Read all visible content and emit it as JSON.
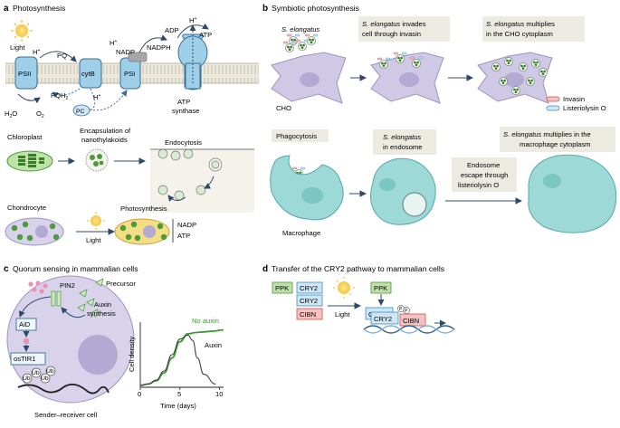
{
  "panel_a": {
    "letter": "a",
    "title": "Photosynthesis",
    "light": "Light",
    "hplus": "H",
    "plus": "+",
    "pq": "PQ",
    "pqh2": "PQH",
    "two": "2",
    "psii": "PSII",
    "cytb": "cytB",
    "psi": "PSI",
    "pc": "PC",
    "h2o": "H",
    "h2o_o": "O",
    "o2": "O",
    "nadp": "NADP",
    "nadph": "NADPH",
    "adp": "ADP",
    "atp": "ATP",
    "atp_synthase": [
      "ATP",
      "synthase"
    ],
    "chloroplast": "Chloroplast",
    "encapsulation": [
      "Encapsulation of",
      "nanothylakoids"
    ],
    "endocytosis": "Endocytosis",
    "chondrocyte": "Chondrocyte",
    "photosynthesis_label": "Photosynthesis",
    "nadp_atp": [
      "NADP",
      "ATP"
    ]
  },
  "panel_b": {
    "letter": "b",
    "title": "Symbiotic photosynthesis",
    "s_elongatus": "S. elongatus",
    "invades": [
      "S. elongatus invades",
      "cell through invasin"
    ],
    "multiplies_cho": [
      "S. elongatus multiplies",
      "in the CHO cytoplasm"
    ],
    "cho": "CHO",
    "legend_invasin": "Invasin",
    "legend_listeriolysin": "Listeriolysin O",
    "phagocytosis": "Phagocytosis",
    "in_endosome": [
      "S. elongatus",
      "in endosome"
    ],
    "endosome_escape": [
      "Endosome",
      "escape through",
      "listeriolysin O"
    ],
    "multiplies_macrophage": [
      "S. elongatus multiplies in the",
      "macrophage cytoplasm"
    ],
    "macrophage": "Macrophage"
  },
  "panel_c": {
    "letter": "c",
    "title": "Quorum sensing in mammalian cells",
    "pin2": "PIN2",
    "precursor": "Precursor",
    "auxin_synthesis": [
      "Auxin",
      "synthesis"
    ],
    "aid": "AiD",
    "ostir1": "osTIR1",
    "ub": "Ub",
    "cell_label": "Sender–receiver cell",
    "chart_title_no_auxin": "No auxin",
    "chart_title_auxin": "Auxin"
  },
  "chart_data": {
    "type": "line",
    "xlabel": "Time (days)",
    "ylabel": "Cell density",
    "xlim": [
      0,
      10.5
    ],
    "ylim": [
      0,
      1
    ],
    "xticks": [
      "0",
      "5",
      "10"
    ],
    "series": [
      {
        "name": "No auxin",
        "color": "#3b9a2f",
        "x": [
          0,
          1,
          2,
          3,
          4,
          5,
          6,
          7,
          8,
          9,
          10.5
        ],
        "y": [
          0.03,
          0.05,
          0.1,
          0.22,
          0.45,
          0.7,
          0.82,
          0.84,
          0.85,
          0.86,
          0.88
        ]
      },
      {
        "name": "Auxin",
        "color": "#444444",
        "x": [
          0,
          1,
          2,
          3,
          4,
          5,
          6,
          6.6,
          7.2,
          8,
          9.5
        ],
        "y": [
          0.03,
          0.05,
          0.11,
          0.25,
          0.5,
          0.74,
          0.8,
          0.72,
          0.45,
          0.2,
          0.05
        ]
      }
    ]
  },
  "panel_d": {
    "letter": "d",
    "title": "Transfer of the CRY2 pathway to mammalian cells",
    "ppk": "PPK",
    "cry2": "CRY2",
    "cibn": "CIBN",
    "light": "Light",
    "p": "P"
  },
  "colors": {
    "membrane": "#c4c2b4",
    "protein": "#9ecfe8",
    "protein_stroke": "#3a6f95",
    "chloro_green": "#4c9a39",
    "cell_purple": "#cfc9e6",
    "macrophage": "#9dd9d6",
    "box_beige": "#ecebe2",
    "arrow": "#2e4a6b",
    "ppk_green": "#bfe0a8",
    "cry2_blue": "#cde7f7",
    "cibn_red": "#f4c3c1"
  },
  "icons": [
    "sun-icon",
    "arrow-icon",
    "bacterium-icon",
    "dna-icon"
  ]
}
